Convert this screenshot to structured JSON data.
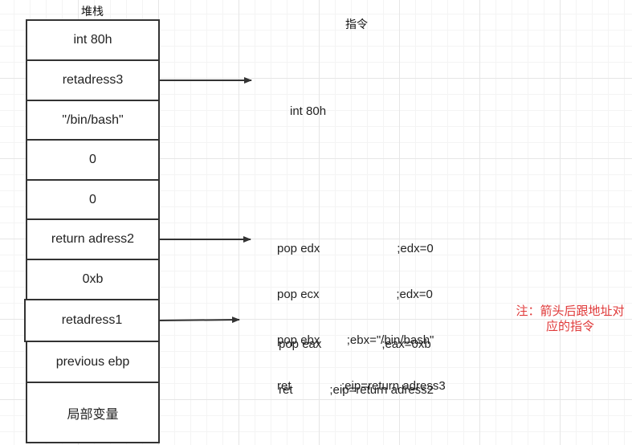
{
  "stack_header": "堆栈",
  "instr_header": "指令",
  "stack_cells": [
    "int 80h",
    "retadress3",
    "\"/bin/bash\"",
    "0",
    "0",
    "return adress2",
    "0xb",
    "retadress1",
    "previous ebp",
    "局部变量"
  ],
  "instruction_groups": [
    {
      "lines": [
        "int 80h"
      ]
    },
    {
      "lines": [
        "pop edx                       ;edx=0",
        "pop ecx                       ;edx=0",
        "pop ebx        ;ebx=\"/bin/bash\"",
        "ret               ;eip=return adress3"
      ]
    },
    {
      "lines": [
        "pop eax                  ;eax=0xb",
        "ret           ;eip=return adress2"
      ]
    }
  ],
  "note": {
    "line1": "注：箭头后跟地址对",
    "line2": "应的指令",
    "color": "#e03a3a"
  }
}
